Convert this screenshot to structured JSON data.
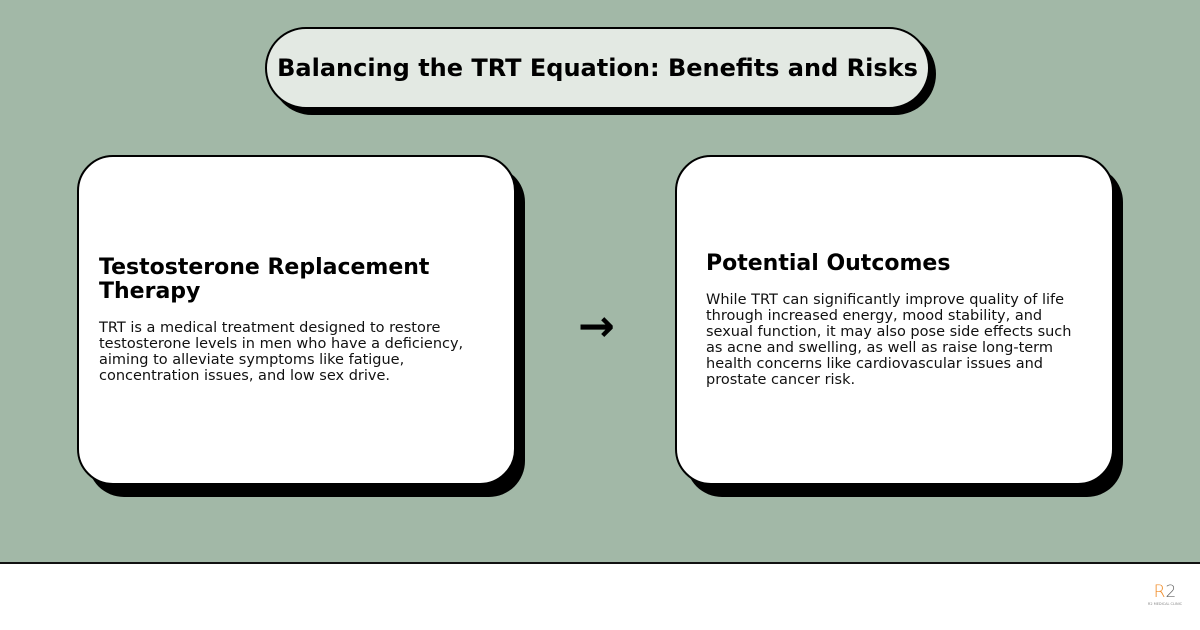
{
  "title": "Balancing the TRT Equation: Benefits and Risks",
  "cards": [
    {
      "heading": "Testosterone Replacement Therapy",
      "body": "TRT is a medical treatment designed to restore testosterone levels in men who have a deficiency, aiming to alleviate symptoms like fatigue, concentration issues, and low sex drive."
    },
    {
      "heading": "Potential Outcomes",
      "body": "While TRT can significantly improve quality of life through increased energy, mood stability, and sexual function, it may also pose side effects such as acne and swelling, as well as raise long-term health concerns like cardiovascular issues and prostate cancer risk."
    }
  ],
  "connector": {
    "icon": "arrow-right-icon",
    "glyph": "→"
  },
  "logo": {
    "mark_r": "R",
    "mark_2": "2",
    "text": "R2 MEDICAL CLINIC"
  },
  "colors": {
    "background": "#a2b8a7",
    "pill": "#e3e9e3",
    "card": "#ffffff",
    "shadow": "#000000",
    "logo_accent": "#f08a24"
  }
}
